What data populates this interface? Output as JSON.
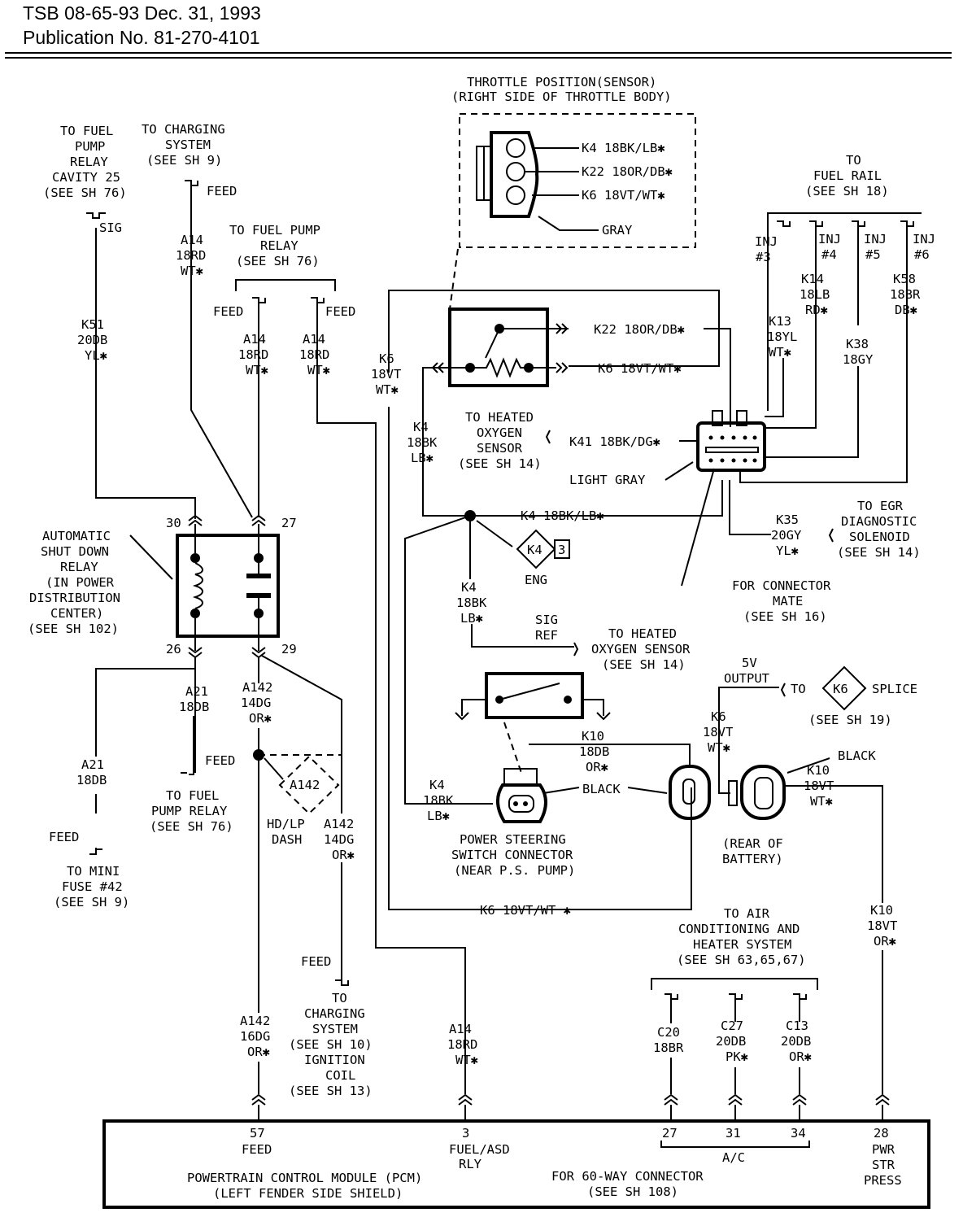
{
  "header": {
    "line1": "TSB 08-65-93 Dec. 31, 1993",
    "line2": "Publication No. 81-270-4101"
  },
  "labels": {
    "tps1": "THROTTLE POSITION(SENSOR)",
    "tps2": "(RIGHT SIDE OF THROTTLE BODY)",
    "tps_k4": "K4 18BK/LB✱",
    "tps_k22": "K22 18OR/DB✱",
    "tps_k6": "K6 18VT/WT✱",
    "tps_gray": "GRAY",
    "ffp1": "TO FUEL",
    "ffp2": "PUMP",
    "ffp3": "RELAY",
    "ffp4": "CAVITY 25",
    "ffp5": "(SEE SH 76)",
    "sig": "SIG",
    "k51a": "K51",
    "k51b": "20DB",
    "k51c": "YL✱",
    "tcs1": "TO CHARGING",
    "tcs2": "SYSTEM",
    "tcs3": "(SEE SH 9)",
    "feed1": "FEED",
    "a14a": "A14",
    "a14b": "18RD",
    "a14c": "WT✱",
    "tfpr1": "TO FUEL PUMP",
    "tfpr2": "RELAY",
    "tfpr3": "(SEE SH 76)",
    "feed2": "FEED",
    "feed3": "FEED",
    "a14d": "A14",
    "a14e": "18RD",
    "a14f": "WT✱",
    "a14g": "A14",
    "a14h": "18RD",
    "a14i": "WT✱",
    "k6a": "K6",
    "k6b": "18VT",
    "k6c": "WT✱",
    "o2_k22": "K22 18OR/DB✱",
    "o2_k6": "K6 18VT/WT✱",
    "k4a": "K4",
    "k4b": "18BK",
    "k4c": "LB✱",
    "tho1": "TO HEATED",
    "tho2": "OXYGEN",
    "tho3": "SENSOR",
    "tho4": "(SEE SH 14)",
    "k41": "K41 18BK/DG✱",
    "lightgray": "LIGHT GRAY",
    "tfr1": "TO",
    "tfr2": "FUEL RAIL",
    "tfr3": "(SEE SH 18)",
    "inj3a": "INJ",
    "inj3b": "#3",
    "inj4a": "INJ",
    "inj4b": "#4",
    "inj5a": "INJ",
    "inj5b": "#5",
    "inj6a": "INJ",
    "inj6b": "#6",
    "k14a": "K14",
    "k14b": "18LB",
    "k14c": "RD✱",
    "k58a": "K58",
    "k58b": "18BR",
    "k58c": "DB✱",
    "k13a": "K13",
    "k13b": "18YL",
    "k13c": "WT✱",
    "k38a": "K38",
    "k38b": "18GY",
    "k4bus": "K4 18BK/LB✱",
    "diamond_k4": "K4",
    "diamond_k4_n": "3",
    "eng": "ENG",
    "k35a": "K35",
    "k35b": "20GY",
    "k35c": "YL✱",
    "egr1": "TO EGR",
    "egr2": "DIAGNOSTIC",
    "egr3": "SOLENOID",
    "egr4": "(SEE SH 14)",
    "fcm1": "FOR CONNECTOR",
    "fcm2": "MATE",
    "fcm3": "(SEE SH 16)",
    "asd1": "AUTOMATIC",
    "asd2": "SHUT DOWN",
    "asd3": "RELAY",
    "asd4": "(IN POWER",
    "asd5": "DISTRIBUTION",
    "asd6": "CENTER)",
    "asd7": "(SEE SH 102)",
    "p30": "30",
    "p27": "27",
    "p26": "26",
    "p29": "29",
    "k4d": "K4",
    "k4e": "18BK",
    "k4f": "LB✱",
    "sigref1": "SIG",
    "sigref2": "REF",
    "tho5": "TO HEATED",
    "tho6": "OXYGEN SENSOR",
    "tho7": "(SEE SH 14)",
    "a21a": "A21",
    "a21b": "18DB",
    "a142a": "A142",
    "a142b": "14DG",
    "a142c": "OR✱",
    "feed4": "FEED",
    "tfpr4": "TO FUEL",
    "tfpr5": "PUMP RELAY",
    "tfpr6": "(SEE SH 76)",
    "a142d": "A142",
    "hdlp1": "HD/LP",
    "hdlp2": "DASH",
    "a142e": "A142",
    "a142f": "14DG",
    "a142g": "OR✱",
    "a21c": "A21",
    "a21d": "18DB",
    "feed5": "FEED",
    "tmf1": "TO MINI",
    "tmf2": "FUSE #42",
    "tmf3": "(SEE SH 9)",
    "fiveV1": "5V",
    "fiveV2": "OUTPUT",
    "to": "TO",
    "k6d": "K6",
    "splice": "SPLICE",
    "sh19": "(SEE SH 19)",
    "k6e": "K6",
    "k6f": "18VT",
    "k6g": "WT✱",
    "k10a": "K10",
    "k10b": "18DB",
    "k10c": "OR✱",
    "black1": "BLACK",
    "black2": "BLACK",
    "k4g": "K4",
    "k4h": "18BK",
    "k4i": "LB✱",
    "k10d": "K10",
    "k10e": "18VT",
    "k10f": "WT✱",
    "pss1": "POWER STEERING",
    "pss2": "SWITCH CONNECTOR",
    "pss3": "(NEAR P.S. PUMP)",
    "rob1": "(REAR OF",
    "rob2": "BATTERY)",
    "k6bus": "K6 18VT/WT ✱",
    "feed6": "FEED",
    "tcs4": "TO",
    "tcs5": "CHARGING",
    "tcs6": "SYSTEM",
    "tcs7": "(SEE SH 10)",
    "tcs8": "IGNITION",
    "tcs9": "COIL",
    "tcs10": "(SEE SH 13)",
    "ac1": "TO AIR",
    "ac2": "CONDITIONING AND",
    "ac3": "HEATER SYSTEM",
    "ac4": "(SEE SH 63,65,67)",
    "k10g": "K10",
    "k10h": "18VT",
    "k10i": "OR✱",
    "a142h": "A142",
    "a142i": "16DG",
    "a142j": "OR✱",
    "a14j": "A14",
    "a14k": "18RD",
    "a14l": "WT✱",
    "c20a": "C20",
    "c20b": "18BR",
    "c27a": "C27",
    "c27b": "20DB",
    "c27c": "PK✱",
    "c13a": "C13",
    "c13b": "20DB",
    "c13c": "OR✱"
  },
  "pcm": {
    "pin57": "57",
    "pin57_label": "FEED",
    "pin3": "3",
    "pin3_label1": "FUEL/ASD",
    "pin3_label2": "RLY",
    "pin27": "27",
    "pin31": "31",
    "pin34": "34",
    "ac": "A/C",
    "pin28": "28",
    "pin28_label1": "PWR",
    "pin28_label2": "STR",
    "pin28_label3": "PRESS",
    "title1": "POWERTRAIN CONTROL MODULE (PCM)",
    "title2": "(LEFT FENDER SIDE SHIELD)",
    "conn1": "FOR 60-WAY CONNECTOR",
    "conn2": "(SEE SH 108)"
  }
}
